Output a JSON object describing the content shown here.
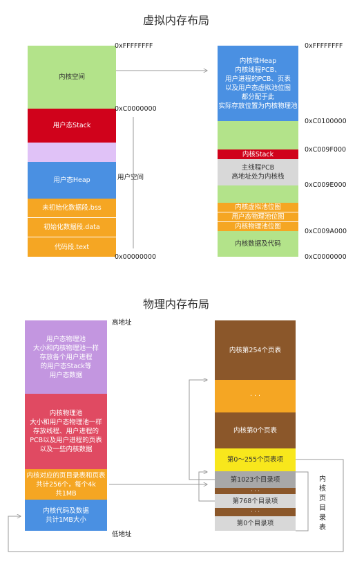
{
  "virtual": {
    "title": "虚拟内存布局",
    "user_space_label": "用户空间",
    "left_blocks": [
      {
        "label": "内核空间",
        "color": "#b3e38a"
      },
      {
        "label": "用户态Stack",
        "color": "#d0021b"
      },
      {
        "label": "",
        "color": "#e0c2f7"
      },
      {
        "label": "用户态Heap",
        "color": "#4a90e2"
      },
      {
        "label": "未初始化数据段.bss",
        "color": "#f5a623"
      },
      {
        "label": "初始化数据段.data",
        "color": "#f5a623"
      },
      {
        "label": "代码段.text",
        "color": "#f5a623"
      }
    ],
    "left_addresses": [
      "0xFFFFFFFF",
      "0xC0000000",
      "0x00000000"
    ],
    "right_blocks": [
      {
        "label": "内核堆Heap\n内核线程PCB、\n用户进程的PCB、页表\n以及用户态虚拟池位图\n都分配于此\n实际存放位置为内核物理池",
        "color": "#4a90e2"
      },
      {
        "label": "",
        "color": "#b3e38a"
      },
      {
        "label": "内核Stack",
        "color": "#d0021b"
      },
      {
        "label": "主线程PCB\n高地址处为内核栈",
        "color": "#d8d8d8"
      },
      {
        "label": "",
        "color": "#b3e38a"
      },
      {
        "label": "内核虚拟池位图",
        "color": "#f5a623"
      },
      {
        "label": "用户态物理池位图",
        "color": "#f5a623"
      },
      {
        "label": "内核物理池位图",
        "color": "#f5a623"
      },
      {
        "label": "内核数据及代码",
        "color": "#b3e38a"
      }
    ],
    "right_addresses": [
      "0xFFFFFFFF",
      "0xC0100000",
      "0xC009F000",
      "0xC009E000",
      "0xC009A000",
      "0xC0000000"
    ]
  },
  "physical": {
    "title": "物理内存布局",
    "high_label": "高地址",
    "low_label": "低地址",
    "left_blocks": [
      {
        "label": "用户态物理池\n大小和内核物理池一样\n存放各个用户进程\n的用户态Stack等\n用户态数据",
        "color": "#c396e0"
      },
      {
        "label": "内核物理池\n大小和用户态物理池一样\n存放线程、用户进程的\nPCB以及用户进程的页表\n以及一些内核数据",
        "color": "#e04a62"
      },
      {
        "label": "内核对应的页目录表和页表\n共计256个，每个4k\n共1MB",
        "color": "#f5a623"
      },
      {
        "label": "内核代码及数据\n共计1MB大小",
        "color": "#4a90e2"
      }
    ],
    "right_blocks": [
      {
        "label": "内核第254个页表",
        "color": "#8b572a"
      },
      {
        "label": "· · ·",
        "color": "#f5a623"
      },
      {
        "label": "内核第0个页表",
        "color": "#8b572a"
      },
      {
        "label": "第0～255个页表项",
        "color": "#f8e71c"
      },
      {
        "label": "第1023个目录项",
        "color": "#a8a8a8"
      },
      {
        "label": "· · ·",
        "color": "#8b572a"
      },
      {
        "label": "第768个目录项",
        "color": "#d8d8d8"
      },
      {
        "label": "· · ·",
        "color": "#8b572a"
      },
      {
        "label": "第0个目录项",
        "color": "#d8d8d8"
      }
    ],
    "page_dir_label": "内核页目录表"
  }
}
